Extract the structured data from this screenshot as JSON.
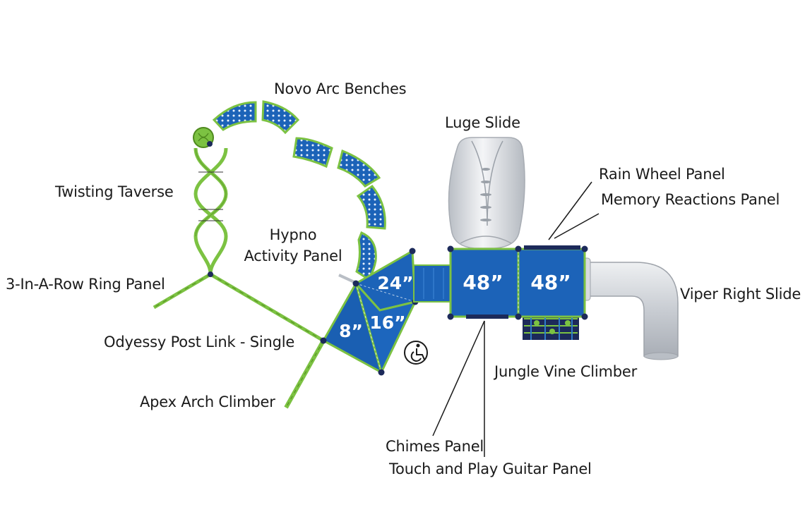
{
  "diagram": {
    "labels": {
      "novo_arc_benches": "Novo Arc Benches",
      "luge_slide": "Luge Slide",
      "rain_wheel_panel": "Rain Wheel Panel",
      "memory_reactions_panel": "Memory Reactions Panel",
      "twisting_traverse": "Twisting Taverse",
      "hypno_activity_panel_line1": "Hypno",
      "hypno_activity_panel_line2": "Activity Panel",
      "ring_panel": "3-In-A-Row Ring Panel",
      "viper_right_slide": "Viper Right Slide",
      "odyessy_post_link": "Odyessy Post Link - Single",
      "jungle_vine_climber": "Jungle Vine Climber",
      "apex_arch_climber": "Apex Arch Climber",
      "chimes_panel": "Chimes Panel",
      "touch_play_guitar_panel": "Touch and Play Guitar Panel"
    },
    "deck_heights": {
      "deck_24": "24”",
      "deck_16": "16”",
      "deck_8": "8”",
      "deck_48_left": "48”",
      "deck_48_right": "48”"
    },
    "colors": {
      "deck_blue": "#1c63b8",
      "deck_edge": "#7cc242",
      "climber_green": "#7cc242",
      "post_navy": "#1c2a5a",
      "slide_silver": "#cfd3d8",
      "leader_line": "#1a1a1a"
    },
    "icons": {
      "accessibility": "wheelchair-accessibility-icon"
    }
  }
}
